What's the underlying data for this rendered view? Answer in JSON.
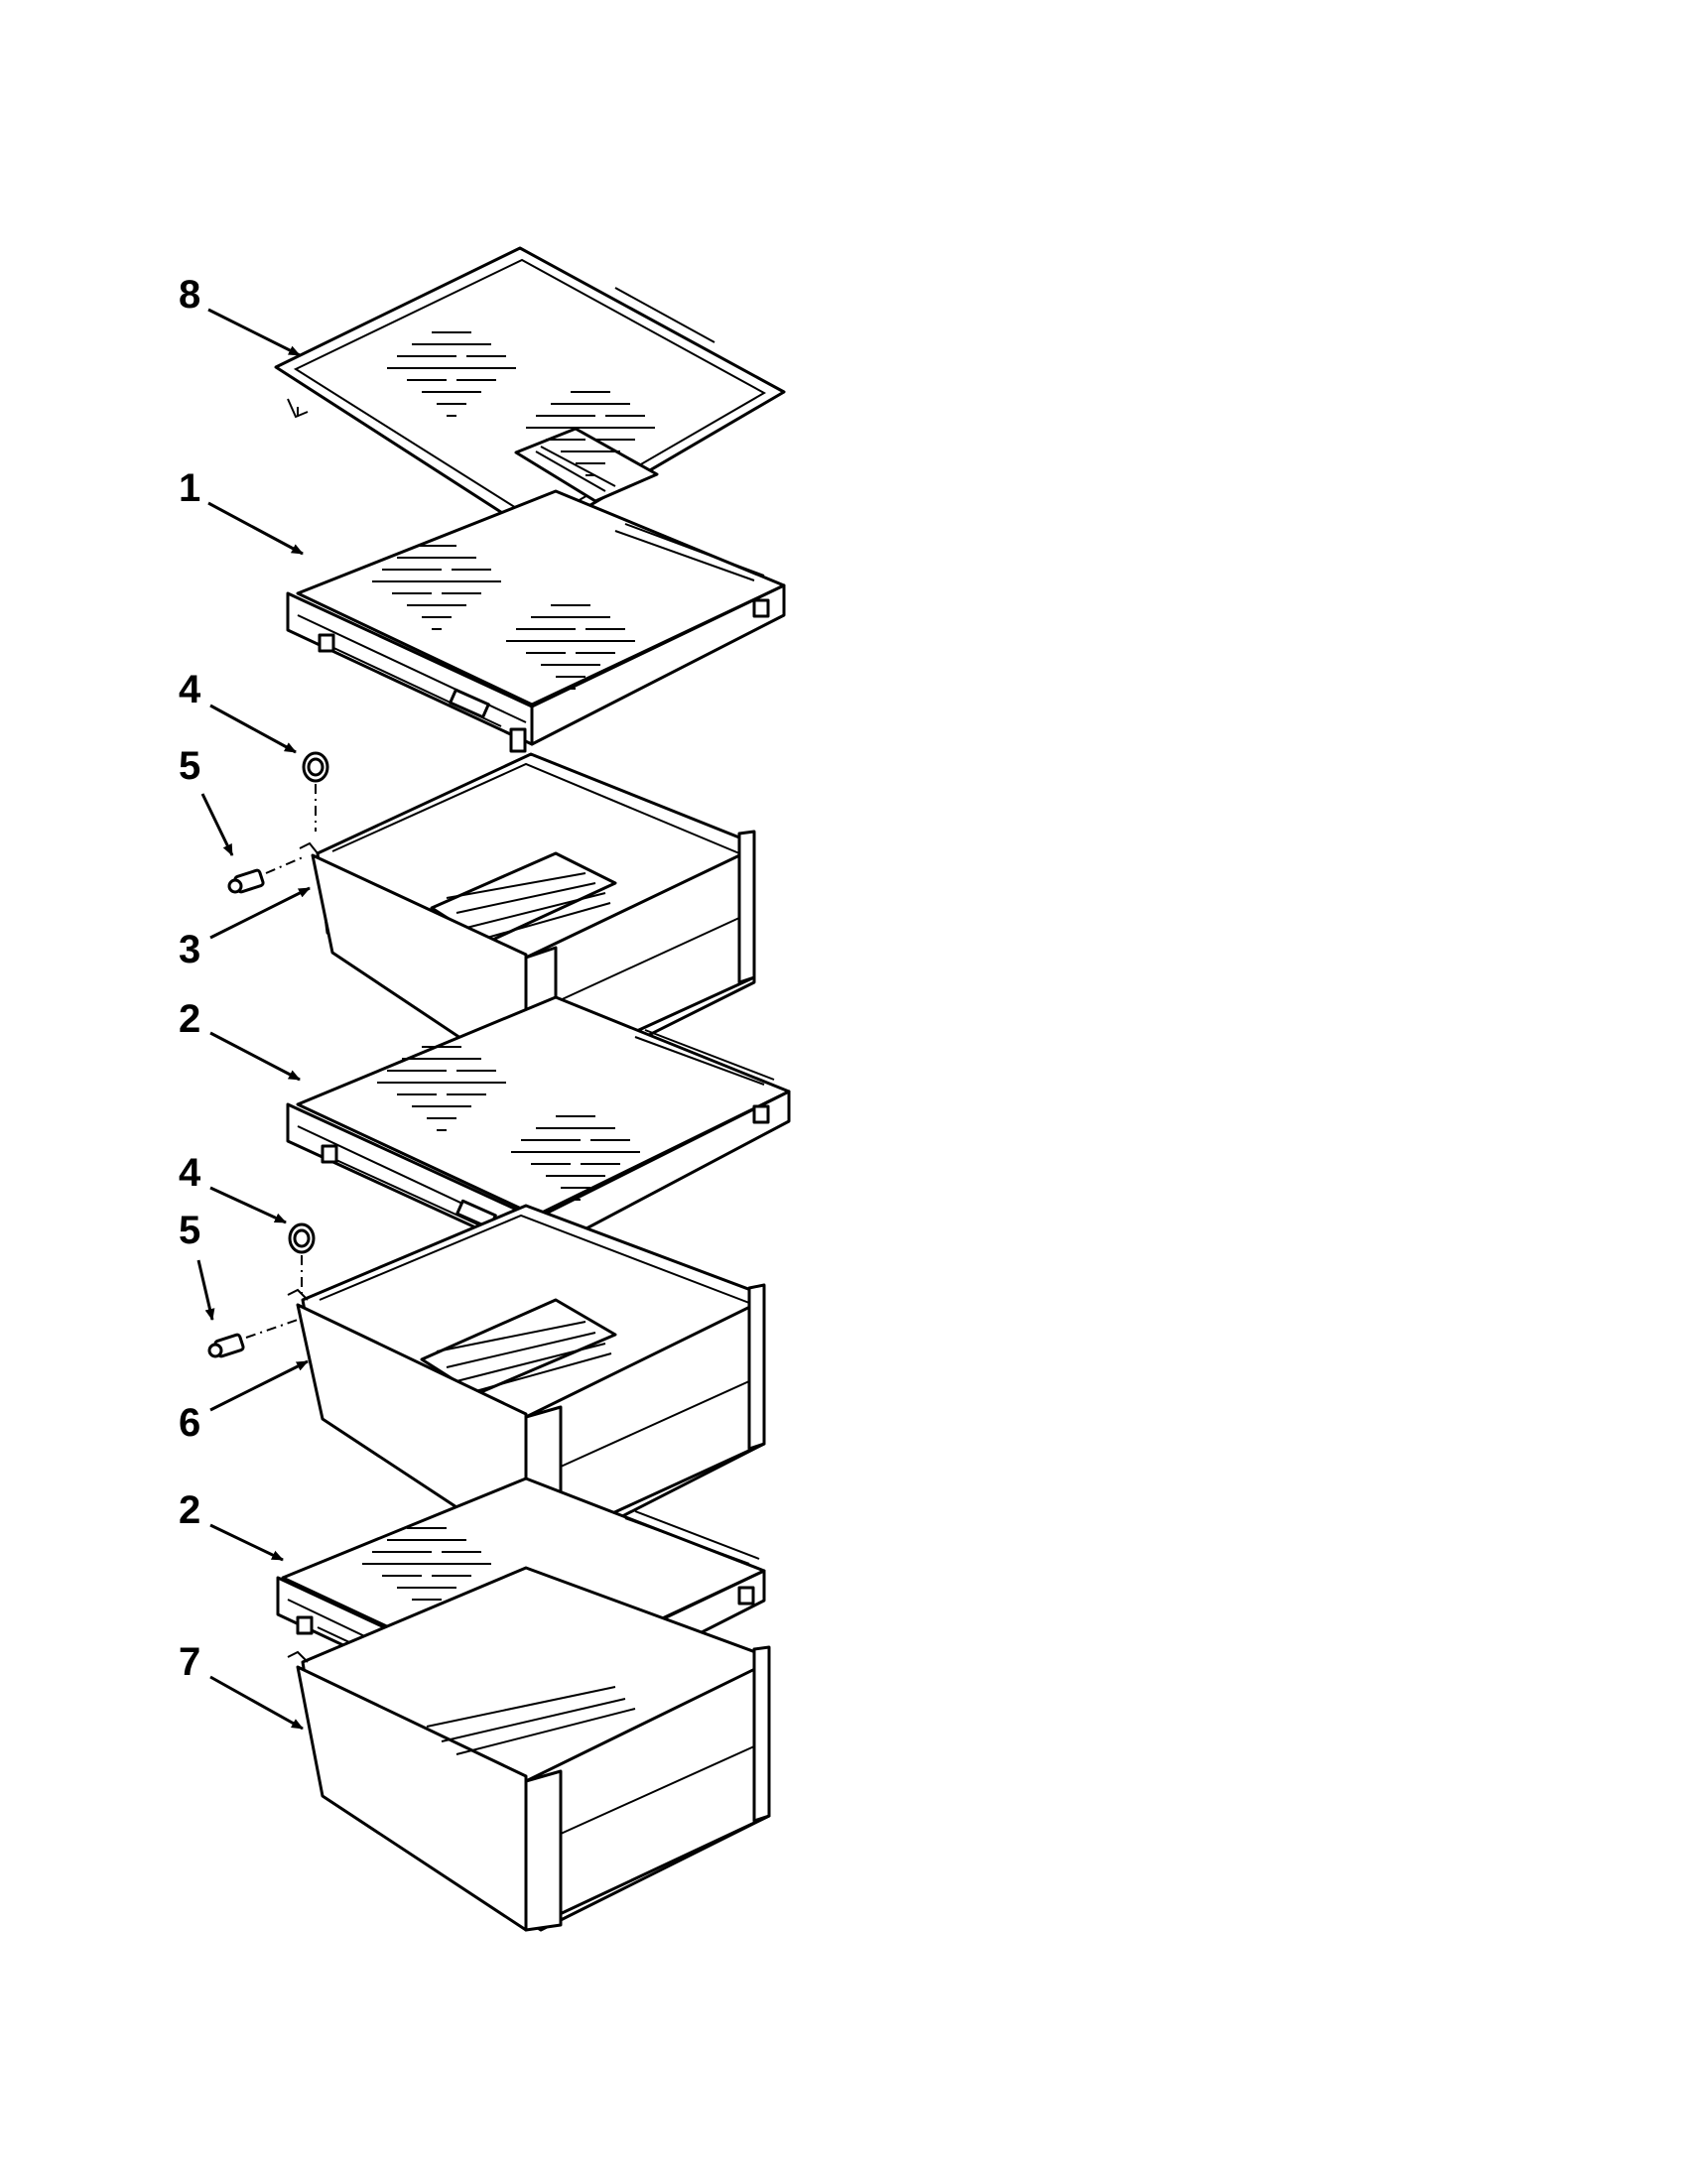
{
  "diagram": {
    "callouts": [
      {
        "label": "8",
        "part": "shelf-frame-top"
      },
      {
        "label": "1",
        "part": "crisper-cover-top"
      },
      {
        "label": "4",
        "part": "roller-upper"
      },
      {
        "label": "5",
        "part": "axle-pin-upper"
      },
      {
        "label": "3",
        "part": "crisper-drawer-upper"
      },
      {
        "label": "2",
        "part": "crisper-cover-middle"
      },
      {
        "label": "4",
        "part": "roller-lower"
      },
      {
        "label": "5",
        "part": "axle-pin-lower"
      },
      {
        "label": "6",
        "part": "crisper-drawer-middle"
      },
      {
        "label": "2",
        "part": "crisper-cover-bottom"
      },
      {
        "label": "7",
        "part": "crisper-drawer-bottom"
      }
    ],
    "colors": {
      "line": "#000000",
      "background": "#ffffff"
    }
  }
}
